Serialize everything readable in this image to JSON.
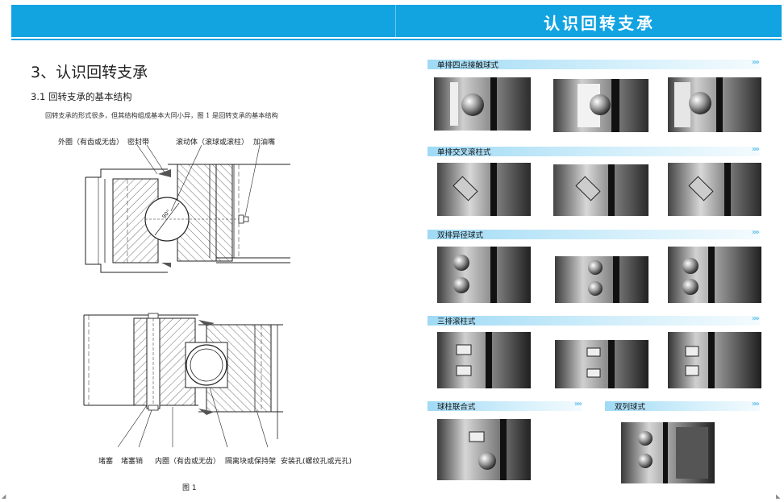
{
  "header": {
    "title": "认识回转支承"
  },
  "left": {
    "section_title": "3、认识回转支承",
    "subsection_title": "3.1 回转支承的基本结构",
    "body": "回转支承的形式很多，但其结构组成基本大同小异，图 1 是回转支承的基本结构",
    "figure_caption": "图 1",
    "diagram_top": {
      "labels": {
        "outer_ring": "外圈（有齿或无齿）",
        "seal": "密封带",
        "rolling": "滚动体（滚球或滚柱）",
        "grease": "加油嘴",
        "angle": "90°"
      }
    },
    "diagram_bottom": {
      "labels": {
        "plug": "堵塞",
        "plug_pin": "堵塞销",
        "inner_ring": "内圈（有齿或无齿）",
        "spacer": "隔离块或保持架",
        "mount_hole": "安装孔(螺纹孔或光孔)"
      }
    }
  },
  "right": {
    "arrows": "»»",
    "sections": [
      {
        "label": "单排四点接触球式"
      },
      {
        "label": "单排交叉滚柱式"
      },
      {
        "label": "双排异径球式"
      },
      {
        "label": "三排滚柱式"
      },
      {
        "label": "球柱联合式"
      },
      {
        "label": "双列球式"
      }
    ]
  },
  "colors": {
    "accent": "#12a3e1",
    "section_bar": "#9fdaf5",
    "arrows": "#4fb8e6"
  }
}
